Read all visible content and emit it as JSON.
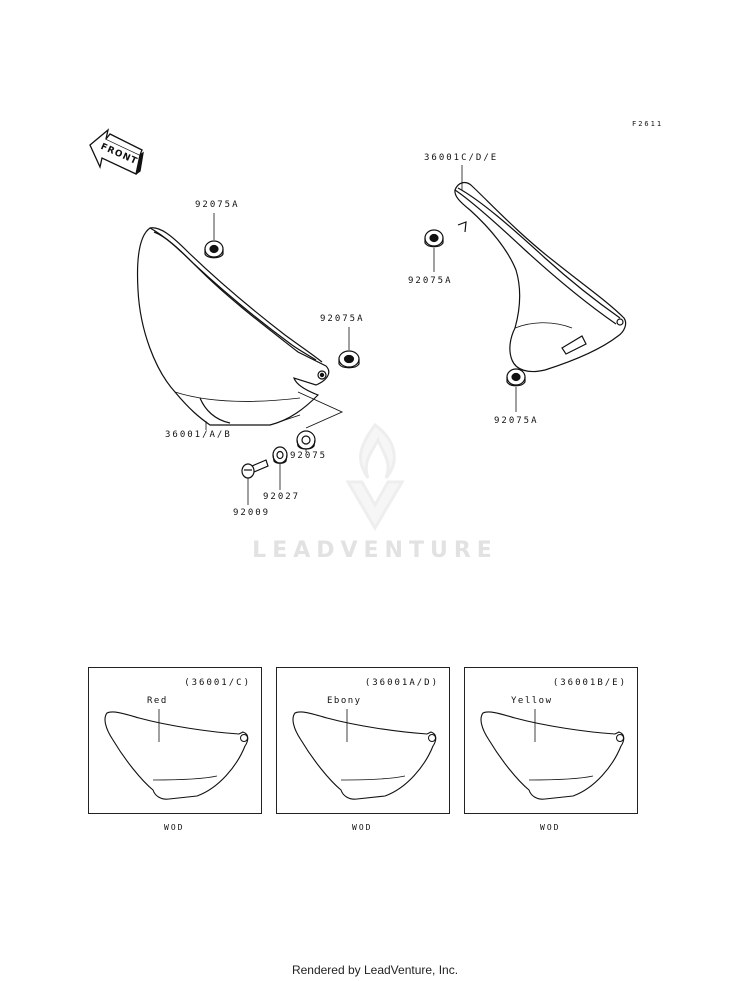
{
  "figure_code": "F2611",
  "front_arrow_label": "FRONT",
  "labels": {
    "grommet_top_left": "92075A",
    "grommet_mid_left": "92075A",
    "cover_left": "36001/A/B",
    "grommet_small": "92075",
    "washer": "92027",
    "bolt": "92009",
    "cover_right": "36001C/D/E",
    "grommet_right_upper": "92075A",
    "grommet_right_lower": "92075A"
  },
  "variants": [
    {
      "code": "(36001/C)",
      "color": "Red",
      "footnote": "WOD"
    },
    {
      "code": "(36001A/D)",
      "color": "Ebony",
      "footnote": "WOD"
    },
    {
      "code": "(36001B/E)",
      "color": "Yellow",
      "footnote": "WOD"
    }
  ],
  "watermark": "LEADVENTURE",
  "footer": "Rendered by LeadVenture, Inc."
}
